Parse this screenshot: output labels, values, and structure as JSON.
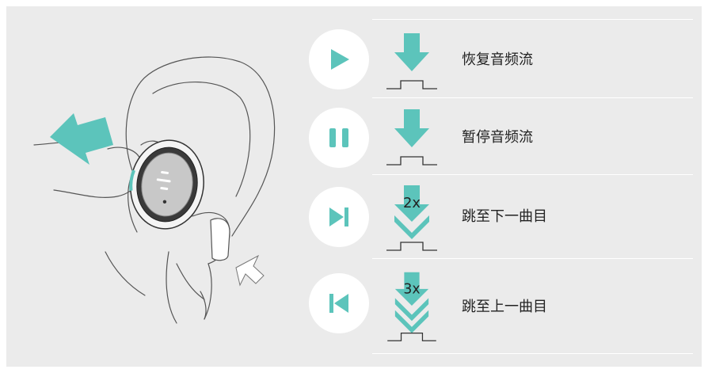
{
  "accent_color": "#5cc4bb",
  "actions": [
    {
      "icon": "play-icon",
      "label": "恢复音频流",
      "count": ""
    },
    {
      "icon": "pause-icon",
      "label": "暂停音频流",
      "count": ""
    },
    {
      "icon": "next-track-icon",
      "label": "跳至下一曲目",
      "count": "2x"
    },
    {
      "icon": "previous-track-icon",
      "label": "跳至上一曲目",
      "count": "3x"
    }
  ]
}
